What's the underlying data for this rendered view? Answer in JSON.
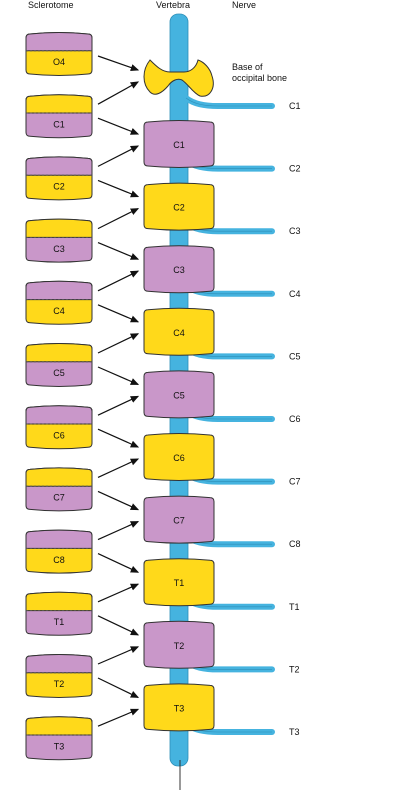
{
  "headers": {
    "sclerotome": "Sclerotome",
    "vertebra": "Vertebra",
    "nerve": "Nerve"
  },
  "occipital_label": [
    "Base of",
    "occipital bone"
  ],
  "sclerotomes": [
    {
      "top_color": "purple",
      "bottom_color": "yellow",
      "label": "O4",
      "label_half": "bottom"
    },
    {
      "top_color": "yellow",
      "bottom_color": "purple",
      "label": "C1",
      "label_half": "bottom"
    },
    {
      "top_color": "purple",
      "bottom_color": "yellow",
      "label": "C2",
      "label_half": "bottom"
    },
    {
      "top_color": "yellow",
      "bottom_color": "purple",
      "label": "C3",
      "label_half": "bottom"
    },
    {
      "top_color": "purple",
      "bottom_color": "yellow",
      "label": "C4",
      "label_half": "bottom"
    },
    {
      "top_color": "yellow",
      "bottom_color": "purple",
      "label": "C5",
      "label_half": "bottom"
    },
    {
      "top_color": "purple",
      "bottom_color": "yellow",
      "label": "C6",
      "label_half": "bottom"
    },
    {
      "top_color": "yellow",
      "bottom_color": "purple",
      "label": "C7",
      "label_half": "bottom"
    },
    {
      "top_color": "purple",
      "bottom_color": "yellow",
      "label": "C8",
      "label_half": "bottom"
    },
    {
      "top_color": "yellow",
      "bottom_color": "purple",
      "label": "T1",
      "label_half": "bottom"
    },
    {
      "top_color": "purple",
      "bottom_color": "yellow",
      "label": "T2",
      "label_half": "bottom"
    },
    {
      "top_color": "yellow",
      "bottom_color": "purple",
      "label": "T3",
      "label_half": "bottom"
    }
  ],
  "vertebrae": [
    {
      "label": "C1",
      "color": "purple"
    },
    {
      "label": "C2",
      "color": "yellow"
    },
    {
      "label": "C3",
      "color": "purple"
    },
    {
      "label": "C4",
      "color": "yellow"
    },
    {
      "label": "C5",
      "color": "purple"
    },
    {
      "label": "C6",
      "color": "yellow"
    },
    {
      "label": "C7",
      "color": "purple"
    },
    {
      "label": "T1",
      "color": "yellow"
    },
    {
      "label": "T2",
      "color": "purple"
    },
    {
      "label": "T3",
      "color": "yellow"
    }
  ],
  "nerves": [
    "C1",
    "C2",
    "C3",
    "C4",
    "C5",
    "C6",
    "C7",
    "C8",
    "T1",
    "T2",
    "T3"
  ],
  "colors": {
    "purple": "#c997c9",
    "yellow": "#ffd91a",
    "spinal_cord": "#45b3df",
    "outline": "#333333",
    "arrow": "#111111"
  }
}
